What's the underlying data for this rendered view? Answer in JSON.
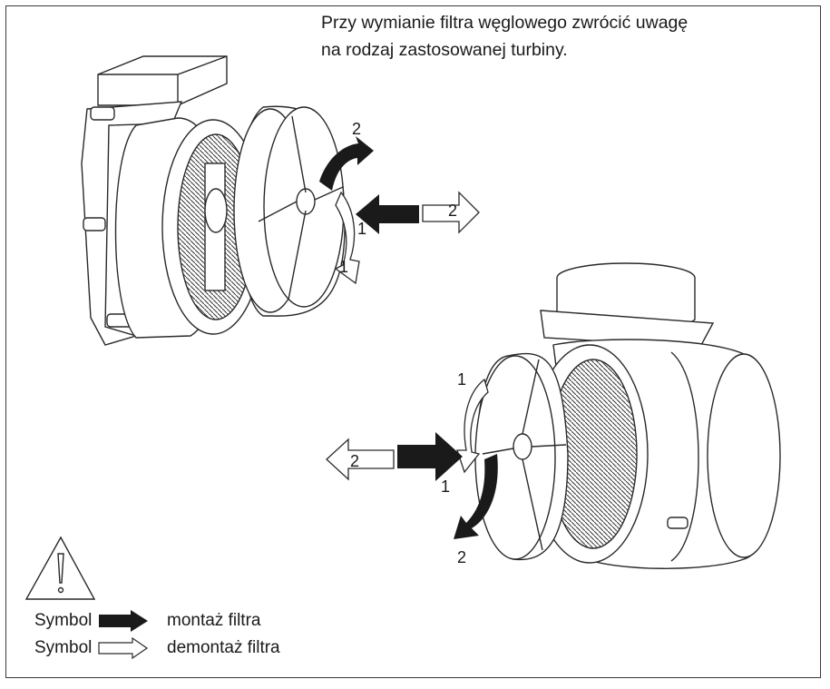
{
  "instruction": {
    "line1": "Przy wymianie filtra węglowego zwrócić uwagę",
    "line2": "na rodzaj zastosowanej turbiny."
  },
  "step_labels": {
    "first": "1",
    "second": "2"
  },
  "legend": {
    "mount": {
      "symbol": "Symbol",
      "label": "montaż filtra",
      "color": "#1a1a1a"
    },
    "dismount": {
      "symbol": "Symbol",
      "label": "demontaż filtra",
      "color": "#ffffff"
    }
  },
  "colors": {
    "line": "#2a2a2a",
    "arrow_filled": "#1a1a1a",
    "arrow_outline": "#ffffff"
  },
  "icons": [
    "warning-triangle-icon",
    "arrow-filled-icon",
    "arrow-outline-icon"
  ]
}
